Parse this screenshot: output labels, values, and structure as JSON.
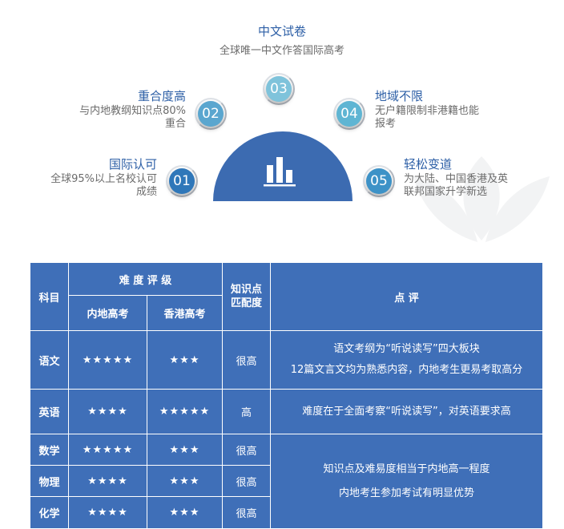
{
  "features": [
    {
      "num": "03",
      "title": "中文试卷",
      "desc": [
        "全球唯一中文作答国际高考"
      ]
    },
    {
      "num": "02",
      "title": "重合度高",
      "desc": [
        "与内地教纲知识点80%",
        "重合"
      ]
    },
    {
      "num": "04",
      "title": "地域不限",
      "desc": [
        "无户籍限制非港籍也能",
        "报考"
      ]
    },
    {
      "num": "01",
      "title": "国际认可",
      "desc": [
        "全球95%以上名校认可",
        "成绩"
      ]
    },
    {
      "num": "05",
      "title": "轻松变道",
      "desc": [
        "为大陆、中国香港及英",
        "联邦国家升学新选"
      ]
    }
  ],
  "colors": {
    "table_bg": "#3f6fb8",
    "title": "#2d5fa6",
    "dome": "#3c6bb1"
  },
  "table": {
    "headers": {
      "subject": "科目",
      "difficulty": "难 度 评 级",
      "mainland": "内地高考",
      "hongkong": "香港高考",
      "match": [
        "知识点",
        "匹配度"
      ],
      "comment": "点  评"
    },
    "rows": [
      {
        "subject": "语文",
        "mainland": "★★★★★",
        "hongkong": "★★★",
        "match": "很高"
      },
      {
        "subject": "英语",
        "mainland": "★★★★",
        "hongkong": "★★★★★",
        "match": "高"
      },
      {
        "subject": "数学",
        "mainland": "★★★★★",
        "hongkong": "★★★",
        "match": "很高"
      },
      {
        "subject": "物理",
        "mainland": "★★★★",
        "hongkong": "★★★",
        "match": "很高"
      },
      {
        "subject": "化学",
        "mainland": "★★★★",
        "hongkong": "★★★",
        "match": "很高"
      }
    ],
    "comments": [
      [
        "语文考纲为“听说读写”四大板块",
        "12篇文言文均为熟悉内容，内地考生更易考取高分"
      ],
      [
        "难度在于全面考察“听说读写”，对英语要求高"
      ],
      [
        "知识点及难易度相当于内地高一程度",
        "内地考生参加考试有明显优势"
      ]
    ]
  }
}
